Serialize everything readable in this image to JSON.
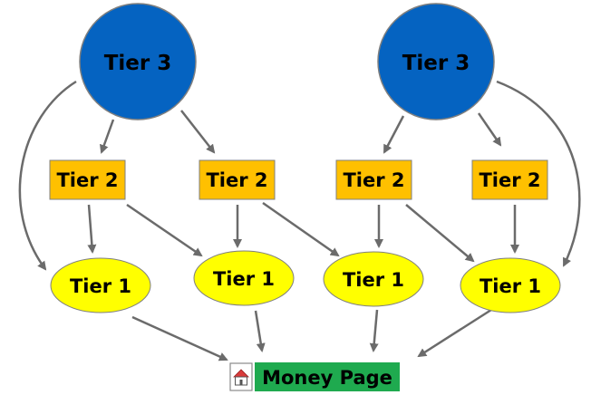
{
  "diagram": {
    "tier3_nodes": [
      {
        "label": "Tier 3"
      },
      {
        "label": "Tier 3"
      }
    ],
    "tier2_nodes": [
      {
        "label": "Tier 2"
      },
      {
        "label": "Tier 2"
      },
      {
        "label": "Tier 2"
      },
      {
        "label": "Tier 2"
      }
    ],
    "tier1_nodes": [
      {
        "label": "Tier 1"
      },
      {
        "label": "Tier 1"
      },
      {
        "label": "Tier 1"
      },
      {
        "label": "Tier 1"
      }
    ],
    "money_page": {
      "label": "Money Page",
      "icon": "house-page-icon"
    },
    "colors": {
      "tier3": "#0563c1",
      "tier2": "#ffc000",
      "tier1": "#ffff00",
      "money_page": "#1faa4f",
      "arrow": "#6b6b6b"
    }
  }
}
